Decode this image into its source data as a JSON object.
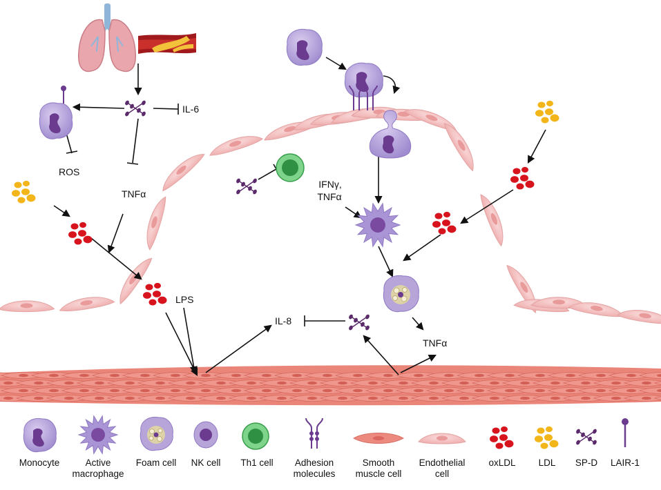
{
  "labels": {
    "il6": "IL-6",
    "ros": "ROS",
    "tnfa_left": "TNFα",
    "ifng_tnfa_line1": "IFNγ,",
    "ifng_tnfa_line2": "TNFα",
    "lps": "LPS",
    "il8": "IL-8",
    "tnfa_right": "TNFα"
  },
  "legend": [
    {
      "id": "monocyte",
      "line1": "Monocyte",
      "line2": ""
    },
    {
      "id": "active-macrophage",
      "line1": "Active",
      "line2": "macrophage"
    },
    {
      "id": "foam-cell",
      "line1": "Foam cell",
      "line2": ""
    },
    {
      "id": "nk-cell",
      "line1": "NK cell",
      "line2": ""
    },
    {
      "id": "th1-cell",
      "line1": "Th1 cell",
      "line2": ""
    },
    {
      "id": "adhesion-molecules",
      "line1": "Adhesion",
      "line2": "molecules"
    },
    {
      "id": "smooth-muscle-cell",
      "line1": "Smooth",
      "line2": "muscle cell"
    },
    {
      "id": "endothelial-cell",
      "line1": "Endothelial",
      "line2": "cell"
    },
    {
      "id": "oxldl",
      "line1": "oxLDL",
      "line2": ""
    },
    {
      "id": "ldl",
      "line1": "LDL",
      "line2": ""
    },
    {
      "id": "sp-d",
      "line1": "SP-D",
      "line2": ""
    },
    {
      "id": "lair-1",
      "line1": "LAIR-1",
      "line2": ""
    }
  ],
  "colors": {
    "oxldl": "#d7141e",
    "ldl": "#f2b61b",
    "spd": "#5b2a6b",
    "monocyte": "#b7a4d9",
    "macrophage": "#a995d6",
    "th1": "#47b15c",
    "endothelial": "#f4bcbc",
    "smooth_muscle": "#ec8a80"
  }
}
